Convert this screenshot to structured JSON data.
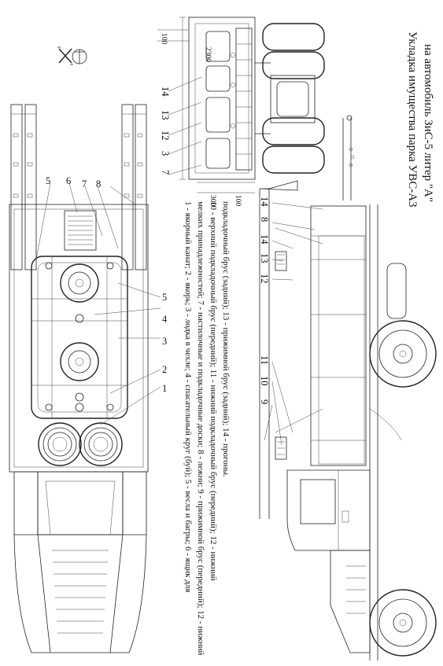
{
  "title": {
    "line1": "Укладка имущества парка УВС-А3",
    "line2": "на автомобиль ЗиС-5 литер \"А\""
  },
  "legend": {
    "line1": "1 - якорный канат; 2 - якорь; 3 - лодка в чехле; 4 - спасательный круг (буй); 5 - весла и багры; 6 - ящик для",
    "line2": "мелких принадлежностей; 7 - настилочные и подкладочные доски; 8 - лежни; 9 - прижимной брус (передний); 12 - нижний",
    "line3": "10 - верхний подкладочный брус (передний); 11 - нижний подкладочный брус (передний); 12 - нижний",
    "line4": "подкладочный брус (задний); 13 - прижимной брус (задний); 14 -  прогоны."
  },
  "dimensions": {
    "d2300": "2300",
    "d100_top": "100",
    "d300": "300",
    "d100_bottom": "100"
  },
  "callouts": {
    "plan": [
      "5",
      "6",
      "7",
      "8",
      "5",
      "4",
      "3",
      "2",
      "1"
    ],
    "rear": [
      "14",
      "13",
      "12",
      "3",
      "7"
    ],
    "side": [
      "14",
      "8",
      "14",
      "13",
      "12",
      "11",
      "10",
      "9"
    ]
  }
}
